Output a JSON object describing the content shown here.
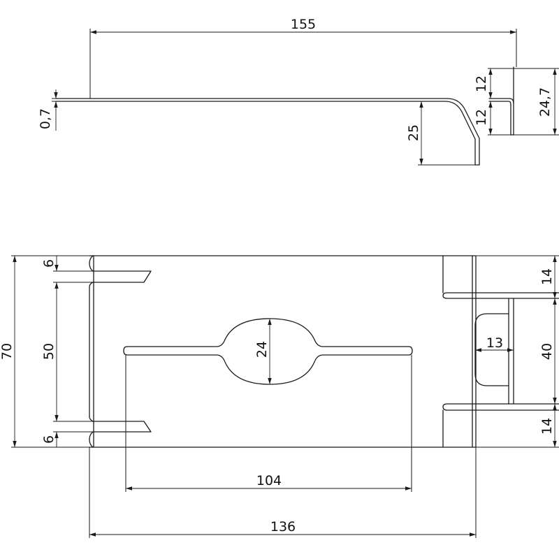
{
  "dimensions": {
    "top_width": "155",
    "thickness": "0,7",
    "bend_height": "25",
    "flange_upper": "12",
    "flange_lower": "12",
    "flange_total": "24,7",
    "plate_height": "70",
    "slot_top_width": "6",
    "slot_spacing": "50",
    "slot_bottom_width": "6",
    "keyhole_diameter": "24",
    "slot_length": "104",
    "plate_length": "136",
    "tab_top": "14",
    "tab_middle": "40",
    "tab_bottom": "14",
    "notch_depth": "13"
  },
  "colors": {
    "line": "#1a1a1a",
    "background": "#ffffff"
  }
}
